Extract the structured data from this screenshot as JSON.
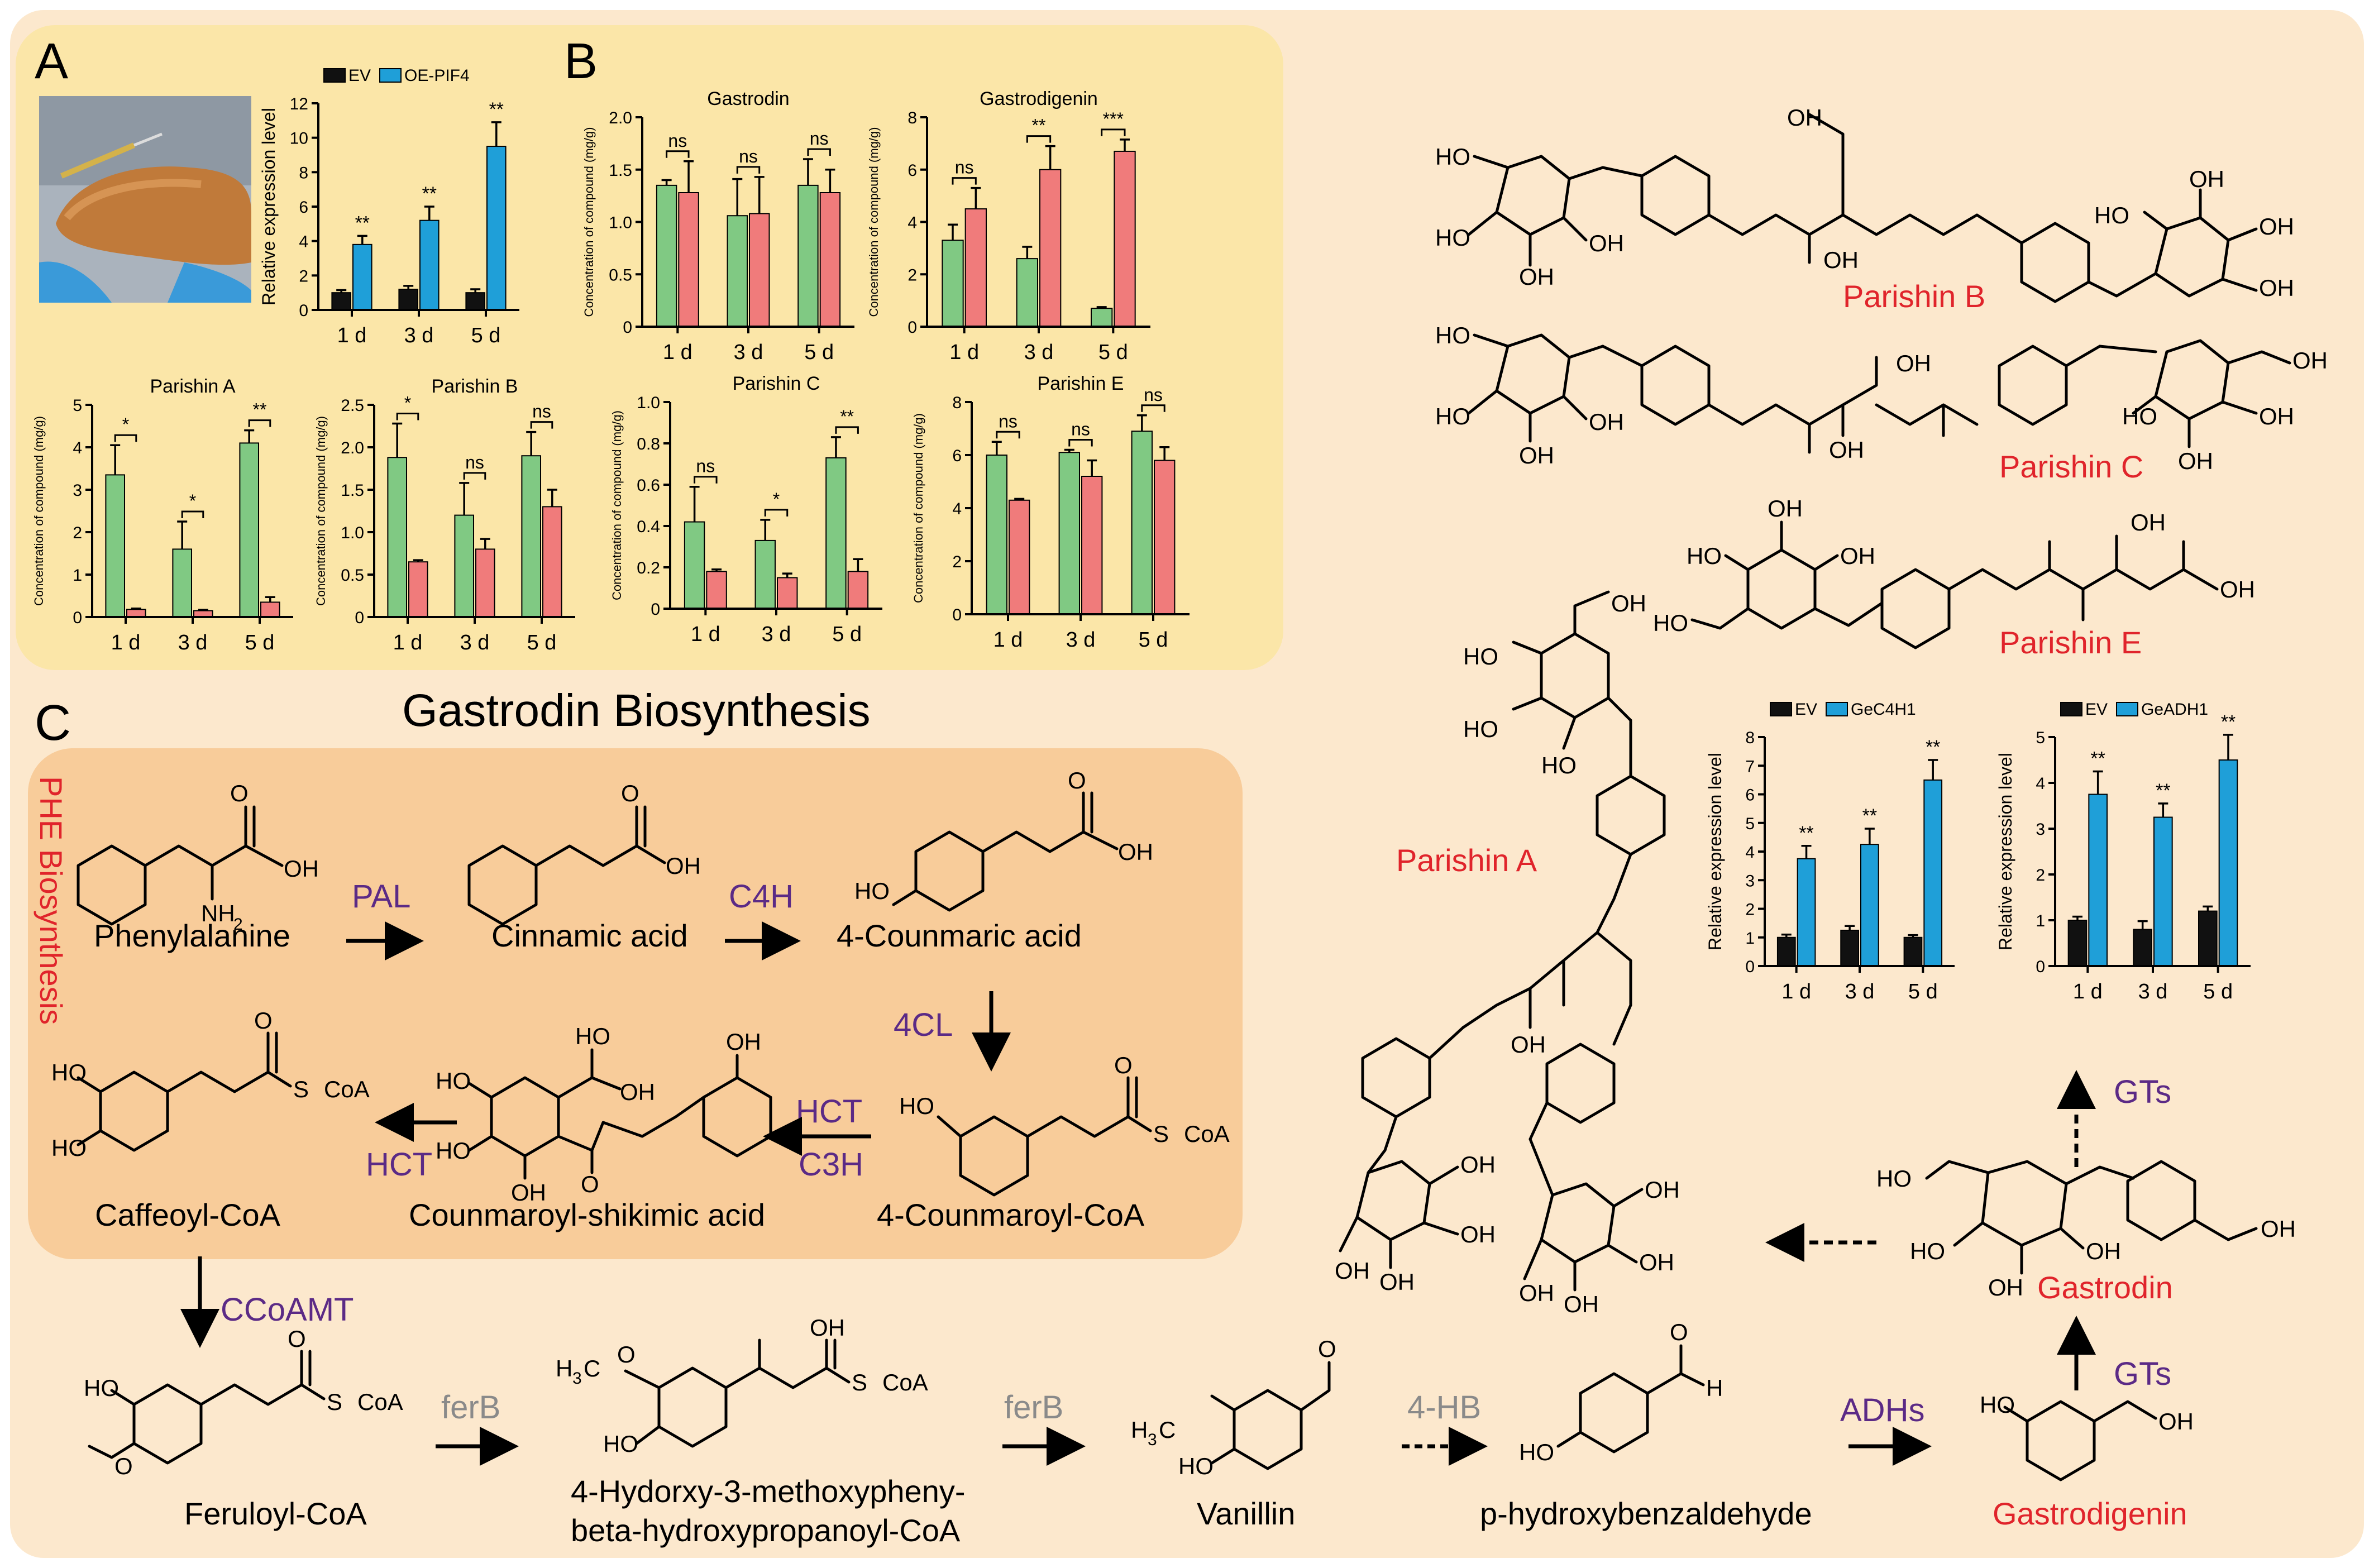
{
  "panel_labels": {
    "a": "A",
    "b": "B",
    "c": "C"
  },
  "colors": {
    "ev": "#111111",
    "oe": "#1f9fd8",
    "green": "#80c983",
    "red": "#f07b7b",
    "panel_ab_bg": "#fbe6a8",
    "outer_bg": "#fce8cd",
    "pathway_bg": "#f8cc9a",
    "label_red": "#e0242b",
    "enzyme_purple": "#5b2a86",
    "enzyme_gray": "#8a8a8a"
  },
  "pathway": {
    "title": "Gastrodin  Biosynthesis",
    "phe_label": "PHE  Biosynthesis",
    "compounds": {
      "phenylalanine": "Phenylalanine",
      "cinnamic": "Cinnamic acid",
      "coumaric": "4-Counmaric acid",
      "coumaroyl_coa": "4-Counmaroyl-CoA",
      "shikimic": "Counmaroyl-shikimic acid",
      "caffeoyl": "Caffeoyl-CoA",
      "feruloyl": "Feruloyl-CoA",
      "hydroxy_line1": "4-Hydorxy-3-methoxypheny-",
      "hydroxy_line2": "beta-hydroxypropanoyl-CoA",
      "vanillin": "Vanillin",
      "phb": "p-hydroxybenzaldehyde",
      "gastrodigenin": "Gastrodigenin",
      "gastrodin": "Gastrodin",
      "parishin_a": "Parishin A",
      "parishin_b": "Parishin B",
      "parishin_c": "Parishin C",
      "parishin_e": "Parishin E"
    },
    "enzymes": {
      "pal": "PAL",
      "c4h": "C4H",
      "cl4": "4CL",
      "hct": "HCT",
      "c3h": "C3H",
      "ccoamt": "CCoAMT",
      "ferb": "ferB",
      "hb4": "4-HB",
      "adhs": "ADHs",
      "gts": "GTs"
    },
    "atoms": {
      "oh": "OH",
      "ho": "HO",
      "o": "O",
      "nh2": "NH",
      "h2sub": "2",
      "scoa": "S",
      "scoa_tail": "CoA",
      "h3c": "H",
      "h3sub": "3",
      "h3c_c": "C",
      "h": "H"
    }
  },
  "chart_data": [
    {
      "id": "A1",
      "type": "bar",
      "title": "",
      "ylabel": "Relative expression level",
      "categories": [
        "1 d",
        "3 d",
        "5 d"
      ],
      "ylim": [
        0,
        12
      ],
      "yticks": [
        0,
        2,
        4,
        6,
        8,
        10,
        12
      ],
      "series": [
        {
          "name": "EV",
          "values": [
            1.0,
            1.2,
            1.0
          ],
          "errors": [
            0.15,
            0.2,
            0.2
          ]
        },
        {
          "name": "OE-PIF4",
          "values": [
            3.8,
            5.2,
            9.5
          ],
          "errors": [
            0.5,
            0.8,
            1.4
          ]
        }
      ],
      "annotations": [
        "**",
        "**",
        "**"
      ]
    },
    {
      "id": "A2",
      "type": "bar",
      "title": "Parishin A",
      "ylabel": "Concentration of compound (mg/g)",
      "categories": [
        "1 d",
        "3 d",
        "5 d"
      ],
      "ylim": [
        0,
        5
      ],
      "yticks": [
        0,
        1,
        2,
        3,
        4,
        5
      ],
      "series": [
        {
          "name": "",
          "values": [
            3.35,
            1.6,
            4.1
          ],
          "errors": [
            0.7,
            0.65,
            0.3
          ]
        },
        {
          "name": "",
          "values": [
            0.18,
            0.15,
            0.35
          ],
          "errors": [
            0.02,
            0.02,
            0.12
          ]
        }
      ],
      "annotations": [
        "*",
        "*",
        "**"
      ]
    },
    {
      "id": "A3",
      "type": "bar",
      "title": "Parishin B",
      "ylabel": "Concentration of compound (mg/g)",
      "categories": [
        "1 d",
        "3 d",
        "5 d"
      ],
      "ylim": [
        0,
        2.5
      ],
      "yticks": [
        0,
        0.5,
        1.0,
        1.5,
        2.0,
        2.5
      ],
      "series": [
        {
          "name": "",
          "values": [
            1.88,
            1.2,
            1.9
          ],
          "errors": [
            0.4,
            0.38,
            0.28
          ]
        },
        {
          "name": "",
          "values": [
            0.65,
            0.8,
            1.3
          ],
          "errors": [
            0.02,
            0.12,
            0.2
          ]
        }
      ],
      "annotations": [
        "*",
        "ns",
        "ns"
      ]
    },
    {
      "id": "B1",
      "type": "bar",
      "title": "Gastrodin",
      "ylabel": "Concentration of compound (mg/g)",
      "categories": [
        "1 d",
        "3 d",
        "5 d"
      ],
      "ylim": [
        0,
        2.0
      ],
      "yticks": [
        0,
        0.5,
        1.0,
        1.5,
        2.0
      ],
      "series": [
        {
          "name": "",
          "values": [
            1.35,
            1.06,
            1.35
          ],
          "errors": [
            0.05,
            0.35,
            0.25
          ]
        },
        {
          "name": "",
          "values": [
            1.28,
            1.08,
            1.28
          ],
          "errors": [
            0.3,
            0.35,
            0.22
          ]
        }
      ],
      "annotations": [
        "ns",
        "ns",
        "ns"
      ]
    },
    {
      "id": "B2",
      "type": "bar",
      "title": "Gastrodigenin",
      "ylabel": "Concentration of compound (mg/g)",
      "categories": [
        "1 d",
        "3 d",
        "5 d"
      ],
      "ylim": [
        0,
        8
      ],
      "yticks": [
        0,
        2,
        4,
        6,
        8
      ],
      "series": [
        {
          "name": "",
          "values": [
            3.3,
            2.6,
            0.7
          ],
          "errors": [
            0.6,
            0.45,
            0.05
          ]
        },
        {
          "name": "",
          "values": [
            4.5,
            6.0,
            6.7
          ],
          "errors": [
            0.8,
            0.9,
            0.45
          ]
        }
      ],
      "annotations": [
        "ns",
        "**",
        "***"
      ]
    },
    {
      "id": "B3",
      "type": "bar",
      "title": "Parishin C",
      "ylabel": "Concentration of compound (mg/g)",
      "categories": [
        "1 d",
        "3 d",
        "5 d"
      ],
      "ylim": [
        0,
        1.0
      ],
      "yticks": [
        0,
        0.2,
        0.4,
        0.6,
        0.8,
        1.0
      ],
      "series": [
        {
          "name": "",
          "values": [
            0.42,
            0.33,
            0.73
          ],
          "errors": [
            0.17,
            0.1,
            0.1
          ]
        },
        {
          "name": "",
          "values": [
            0.18,
            0.15,
            0.18
          ],
          "errors": [
            0.01,
            0.02,
            0.06
          ]
        }
      ],
      "annotations": [
        "ns",
        "*",
        "**"
      ]
    },
    {
      "id": "B4",
      "type": "bar",
      "title": "Parishin E",
      "ylabel": "Concentration of compound (mg/g)",
      "categories": [
        "1 d",
        "3 d",
        "5 d"
      ],
      "ylim": [
        0,
        8
      ],
      "yticks": [
        0,
        2,
        4,
        6,
        8
      ],
      "series": [
        {
          "name": "",
          "values": [
            6.0,
            6.1,
            6.9
          ],
          "errors": [
            0.5,
            0.1,
            0.6
          ]
        },
        {
          "name": "",
          "values": [
            4.3,
            5.2,
            5.8
          ],
          "errors": [
            0.05,
            0.6,
            0.5
          ]
        }
      ],
      "annotations": [
        "ns",
        "ns",
        "ns"
      ]
    },
    {
      "id": "C1",
      "type": "bar",
      "title": "",
      "ylabel": "Relative expression level",
      "categories": [
        "1 d",
        "3 d",
        "5 d"
      ],
      "ylim": [
        0,
        8
      ],
      "yticks": [
        0,
        1,
        2,
        3,
        4,
        5,
        6,
        7,
        8
      ],
      "series": [
        {
          "name": "EV",
          "values": [
            1.0,
            1.25,
            1.0
          ],
          "errors": [
            0.1,
            0.15,
            0.08
          ]
        },
        {
          "name": "GeC4H1",
          "values": [
            3.75,
            4.25,
            6.5
          ],
          "errors": [
            0.45,
            0.55,
            0.7
          ]
        }
      ],
      "annotations": [
        "**",
        "**",
        "**"
      ]
    },
    {
      "id": "C2",
      "type": "bar",
      "title": "",
      "ylabel": "Relative expression level",
      "categories": [
        "1 d",
        "3 d",
        "5 d"
      ],
      "ylim": [
        0,
        5
      ],
      "yticks": [
        0,
        1,
        2,
        3,
        4,
        5
      ],
      "series": [
        {
          "name": "EV",
          "values": [
            1.0,
            0.8,
            1.2
          ],
          "errors": [
            0.08,
            0.18,
            0.1
          ]
        },
        {
          "name": "GeADH1",
          "values": [
            3.75,
            3.25,
            4.5
          ],
          "errors": [
            0.5,
            0.3,
            0.55
          ]
        }
      ],
      "annotations": [
        "**",
        "**",
        "**"
      ]
    }
  ]
}
